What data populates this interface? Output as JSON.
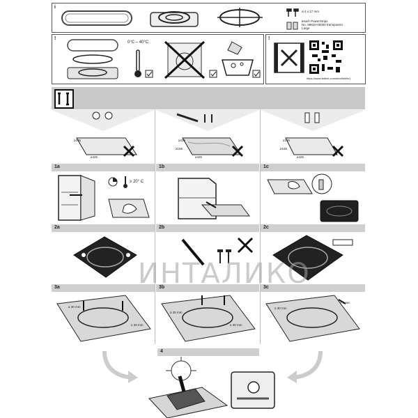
{
  "info_panel": {
    "marker": "i",
    "screw_spec": "ø 4 x 17 mm",
    "tape_line1": "tesa® PowerStrips",
    "tape_line2": "No. 58810-00000 transparent",
    "tape_line3": "Large"
  },
  "warning_panel": {
    "marker": "!",
    "temperature": "0°C – 40°C",
    "qr_marker": "!",
    "url": "https://www.fettish.com/short/trittbr1"
  },
  "steps": {
    "s1a": "1a",
    "s1b": "1b",
    "s1c": "1c",
    "s2a": "2a",
    "s2b": "2b",
    "s2c": "2c",
    "s3a": "3a",
    "s3b": "3b",
    "s3c": "3c",
    "s4": "4"
  },
  "measures": {
    "col_a_top": "≥235",
    "col_a_bottom": "≥425",
    "col_b_top": "≥235",
    "col_b_side": "≥165",
    "col_b_bottom": "≥425",
    "col_c_top": "≥165",
    "col_c_side": "≥165",
    "col_c_bottom": "≥425",
    "temp_2a": "≥ 20° C",
    "offset_30": "≥ 30 mm",
    "time_5s": "≥ 5 sec"
  },
  "watermark": "ИНТАЛИКО",
  "colors": {
    "grey_band": "#c9c9c9",
    "watermark_red": "#e07a6a"
  }
}
